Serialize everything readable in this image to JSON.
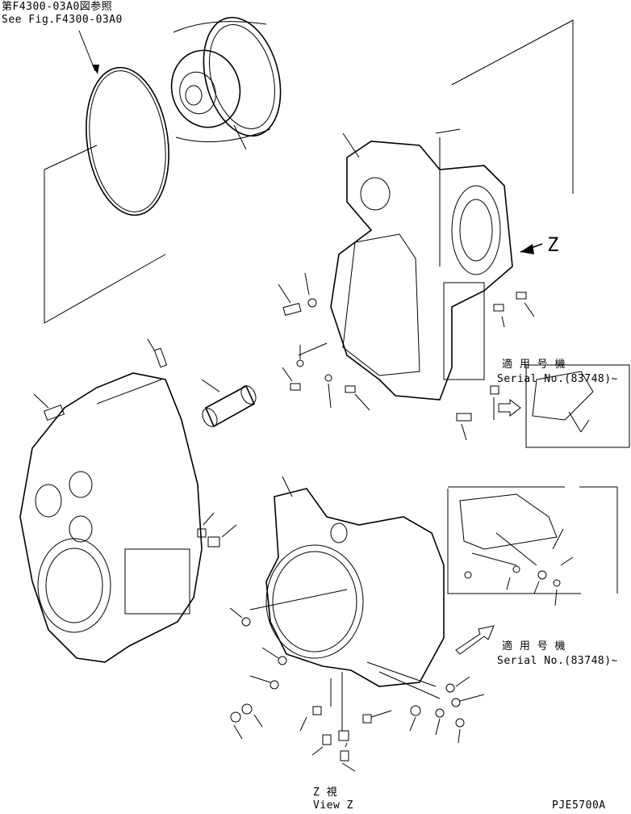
{
  "ref": {
    "jp": "第F4300-03A0図参照",
    "en": "See Fig.F4300-03A0"
  },
  "view_marker": "Z",
  "serial_note_1": {
    "jp": "適 用 号 機",
    "en": "Serial No.(83748)~"
  },
  "serial_note_2": {
    "jp": "適 用 号 機",
    "en": "Serial No.(83748)~"
  },
  "view_label": {
    "jp": "Z   視",
    "en": "View Z"
  },
  "drawing_code": "PJE5700A"
}
